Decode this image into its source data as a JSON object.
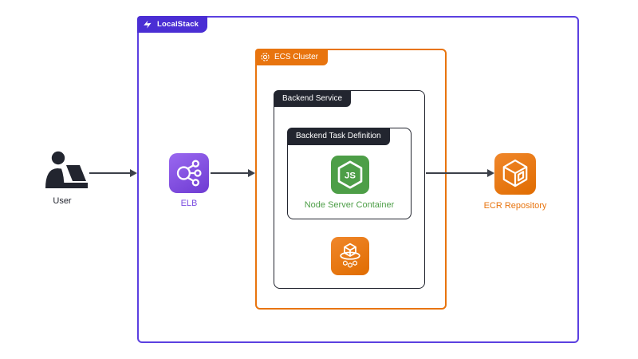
{
  "localstack": {
    "label": "LocalStack",
    "badge_color": "#4A2ED4",
    "border_color": "#5B40E0"
  },
  "ecs_cluster": {
    "label": "ECS Cluster",
    "color": "#E8740E"
  },
  "backend_service": {
    "label": "Backend Service",
    "badge_color": "#22252F"
  },
  "backend_task_definition": {
    "label": "Backend Task Definition",
    "badge_color": "#22252F"
  },
  "nodes": {
    "user": {
      "label": "User",
      "icon": "person-at-laptop-icon",
      "color": "#22252F"
    },
    "elb": {
      "label": "ELB",
      "icon": "load-balancer-icon",
      "color": "#7A4BE0"
    },
    "node_container": {
      "label": "Node Server Container",
      "icon": "nodejs-hexagon-icon",
      "icon_text": "JS",
      "color": "#4D9E47"
    },
    "ecs_service": {
      "icon": "ecs-cube-icon",
      "color": "#E8740E"
    },
    "ecr": {
      "label": "ECR Repository",
      "icon": "ecr-cube-icon",
      "color": "#E8740E"
    }
  },
  "arrows": [
    {
      "from": "user",
      "to": "localstack-boundary"
    },
    {
      "from": "elb",
      "to": "ecs-cluster"
    },
    {
      "from": "backend-service",
      "to": "ecr-repository"
    }
  ],
  "arrow_color": "#3C4049"
}
